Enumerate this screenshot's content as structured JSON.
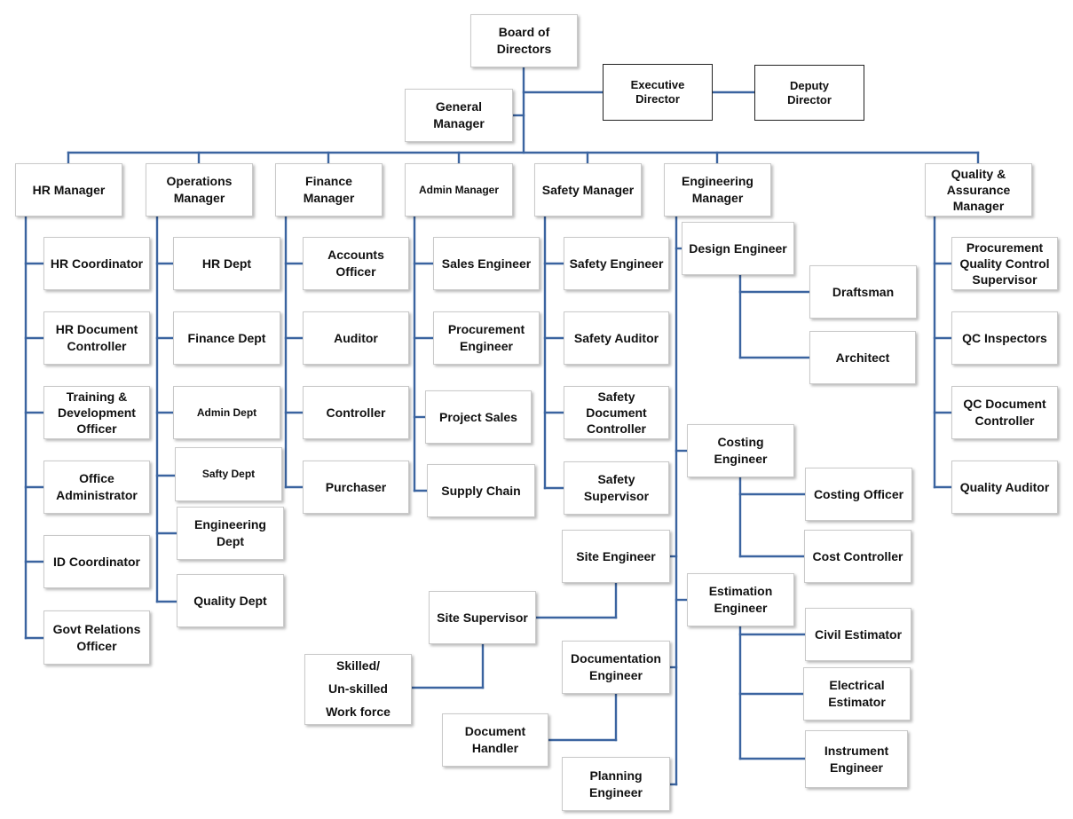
{
  "nodes": {
    "board": "Board of\nDirectors",
    "gm": "General\nManager",
    "exec": "Executive\nDirector",
    "deputy": "Deputy\nDirector",
    "hr_mgr": "HR Manager",
    "ops_mgr": "Operations\nManager",
    "fin_mgr": "Finance\nManager",
    "admin_mgr": "Admin Manager",
    "safety_mgr": "Safety Manager",
    "eng_mgr": "Engineering\nManager",
    "qa_mgr": "Quality &\nAssurance\nManager",
    "hr_coord": "HR Coordinator",
    "hr_doc": "HR Document\nController",
    "training": "Training &\nDevelopment\nOfficer",
    "office_admin": "Office\nAdministrator",
    "id_coord": "ID Coordinator",
    "govt": "Govt Relations\nOfficer",
    "hr_dept": "HR Dept",
    "fin_dept": "Finance  Dept",
    "admin_dept": "Admin  Dept",
    "safty_dept": "Safty Dept",
    "eng_dept": "Engineering\nDept",
    "quality_dept": "Quality Dept",
    "accounts": "Accounts\nOfficer",
    "auditor": "Auditor",
    "controller": "Controller",
    "purchaser": "Purchaser",
    "sales_eng": "Sales Engineer",
    "proc_eng": "Procurement\nEngineer",
    "project_sales": "Project Sales",
    "supply": "Supply Chain",
    "safety_eng": "Safety Engineer",
    "safety_aud": "Safety Auditor",
    "safety_doc": "Safety\nDocument\nController",
    "safety_sup": "Safety\nSupervisor",
    "design_eng": "Design Engineer",
    "draftsman": "Draftsman",
    "architect": "Architect",
    "costing_eng": "Costing\nEngineer",
    "costing_off": "Costing Officer",
    "cost_ctrl": "Cost Controller",
    "site_eng": "Site  Engineer",
    "site_sup": "Site Supervisor",
    "workforce": "Skilled/\nUn-skilled\nWork force",
    "estimation": "Estimation\nEngineer",
    "civil_est": "Civil Estimator",
    "elec_est": "Electrical\nEstimator",
    "instrument": "Instrument\nEngineer",
    "doc_eng": "Documentation\nEngineer",
    "doc_handler": "Document\nHandler",
    "planning": "Planning\nEngineer",
    "pqc_sup": "Procurement\nQuality Control\nSupervisor",
    "qc_insp": "QC Inspectors",
    "qc_doc": "QC Document\nController",
    "quality_aud": "Quality Auditor"
  },
  "colors": {
    "connector": "#3b64a0",
    "box_border": "#c9c9c9",
    "text": "#111111"
  }
}
